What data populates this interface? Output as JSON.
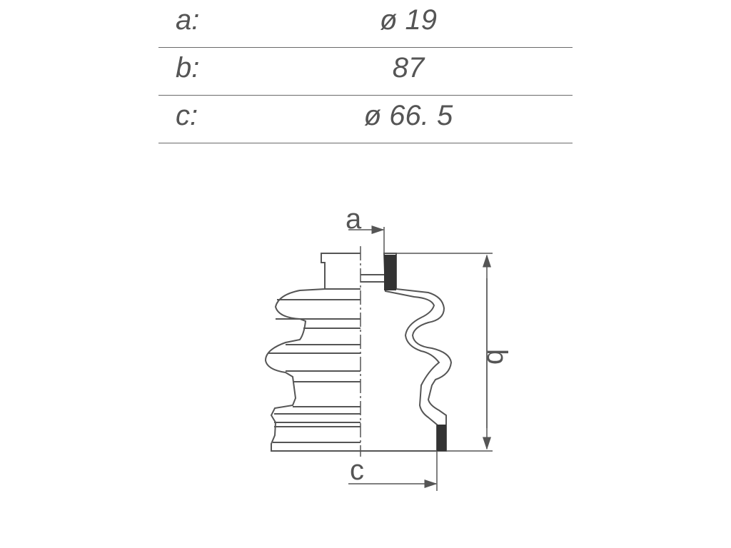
{
  "specs": [
    {
      "label": "a:",
      "value": "ø 19"
    },
    {
      "label": "b:",
      "value": "87"
    },
    {
      "label": "c:",
      "value": "ø 66. 5"
    }
  ],
  "diagram": {
    "label_a": "a",
    "label_b": "b",
    "label_c": "c"
  },
  "colors": {
    "line": "#555555",
    "fill_dark": "#333333"
  }
}
